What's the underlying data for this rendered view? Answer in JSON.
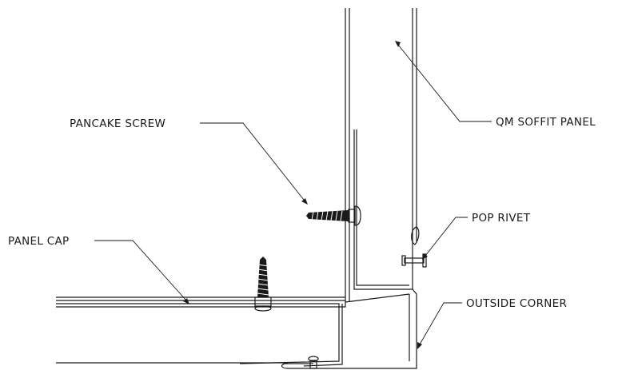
{
  "labels": {
    "soffit_panel": "QM SOFFIT PANEL",
    "pancake_screw": "PANCAKE SCREW",
    "pop_rivet": "POP RIVET",
    "panel_cap": "PANEL CAP",
    "outside_corner": "OUTSIDE CORNER"
  },
  "colors": {
    "line": "#1a1a1a",
    "background": "#ffffff"
  }
}
